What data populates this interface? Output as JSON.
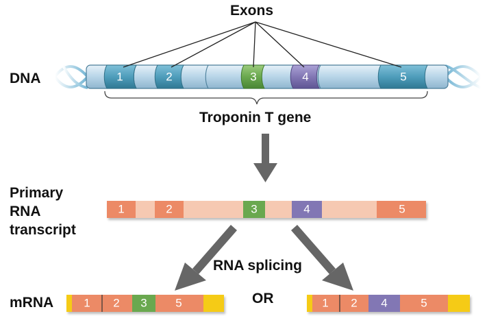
{
  "labels": {
    "exons": "Exons",
    "dna": "DNA",
    "gene": "Troponin T gene",
    "primary_line1": "Primary",
    "primary_line2": "RNA",
    "primary_line3": "transcript",
    "splicing": "RNA splicing",
    "mrna": "mRNA",
    "or": "OR"
  },
  "exon_numbers": [
    "1",
    "2",
    "3",
    "4",
    "5"
  ],
  "mrna_left_exons": [
    "1",
    "2",
    "3",
    "5"
  ],
  "mrna_right_exons": [
    "1",
    "2",
    "4",
    "5"
  ],
  "colors": {
    "dna_tube": "#bcd8ea",
    "exon_teal": "#4f9dbb",
    "exon_green": "#6aa84f",
    "exon_purple": "#8277b4",
    "rna_base": "#f6c9b2",
    "rna_exon": "#ec8a66",
    "utr_yellow": "#f5cb13",
    "arrow_gray": "#666666"
  }
}
